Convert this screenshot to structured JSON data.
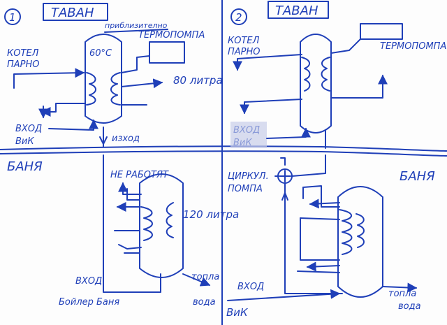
{
  "colors": {
    "ink": "#1f3fb8",
    "background": "#fdfdfd",
    "smudge": "#c8cde8"
  },
  "left_scheme": {
    "number": "1",
    "attic_title": "ТАВАН",
    "approx_note": "приблизително",
    "temp": "60°C",
    "heat_pump": "ТЕРМОПОМПА",
    "boiler_line1": "КОТЕЛ",
    "boiler_line2": "ПАРНО",
    "volume_attic": "80 литра",
    "inlet_line1": "ВХОД",
    "inlet_line2": "ВиК",
    "outlet": "изход",
    "bath_title": "БАНЯ",
    "not_working": "НЕ РАБОТЯТ",
    "volume_bath": "120 литра",
    "inlet_bottom": "ВХОД",
    "bath_boiler": "Бойлер Баня",
    "hot_line1": "топла",
    "hot_line2": "вода"
  },
  "right_scheme": {
    "number": "2",
    "attic_title": "ТАВАН",
    "boiler_line1": "КОТЕЛ",
    "boiler_line2": "ПАРНО",
    "heat_pump": "ТЕРМОПОМПА",
    "inlet_faded1": "ВХОД",
    "inlet_faded2": "ВиК",
    "circ_line1": "ЦИРКУЛ.",
    "circ_line2": "ПОМПА",
    "bath_title": "БАНЯ",
    "inlet_bottom": "ВХОД",
    "vik_bottom": "ВиК",
    "hot_line1": "топла",
    "hot_line2": "вода"
  }
}
